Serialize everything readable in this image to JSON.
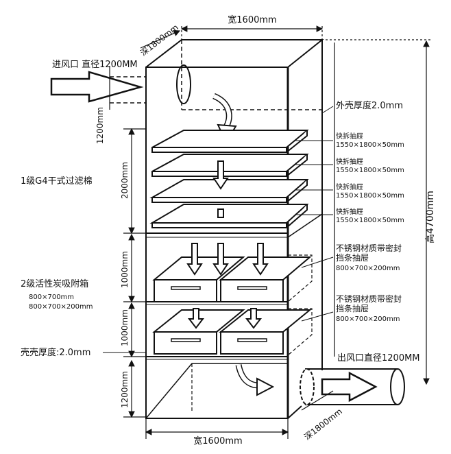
{
  "labels": {
    "width_top": "宽1600mm",
    "width_bottom": "宽1600mm",
    "depth_top": "深1800mm",
    "depth_bottom": "深1800mm",
    "inlet": "进风口 直径1200MM",
    "inlet_height": "1200mm",
    "outlet": "出风口直径1200MM",
    "height_total": "高4700mm",
    "shell_thickness_top": "外壳厚度2.0mm",
    "shell_thickness_bottom": "壳壳厚度:2.0mm",
    "stage1": "1级G4干式过滤棉",
    "stage1_height": "2000mm",
    "stage2": "2级活性炭吸附箱",
    "stage2_size_a": "800×700mm",
    "stage2_size_b": "800×700×200mm",
    "stage2_height_a": "1000mm",
    "stage2_height_b": "1000mm",
    "bottom_height": "1200mm"
  },
  "drawers": [
    {
      "title": "快拆抽屉",
      "size": "1550×1800×50mm"
    },
    {
      "title": "快拆抽屉",
      "size": "1550×1800×50mm"
    },
    {
      "title": "快拆抽屉",
      "size": "1550×1800×50mm"
    },
    {
      "title": "快拆抽屉",
      "size": "1550×1800×50mm"
    }
  ],
  "boxes": [
    {
      "line1": "不锈钢材质带密封",
      "line2": "挡条抽屉",
      "size": "800×700×200mm"
    },
    {
      "line1": "不锈钢材质带密封",
      "line2": "挡条抽屉",
      "size": "800×700×200mm"
    }
  ],
  "colors": {
    "line": "#111111",
    "background": "#ffffff"
  }
}
